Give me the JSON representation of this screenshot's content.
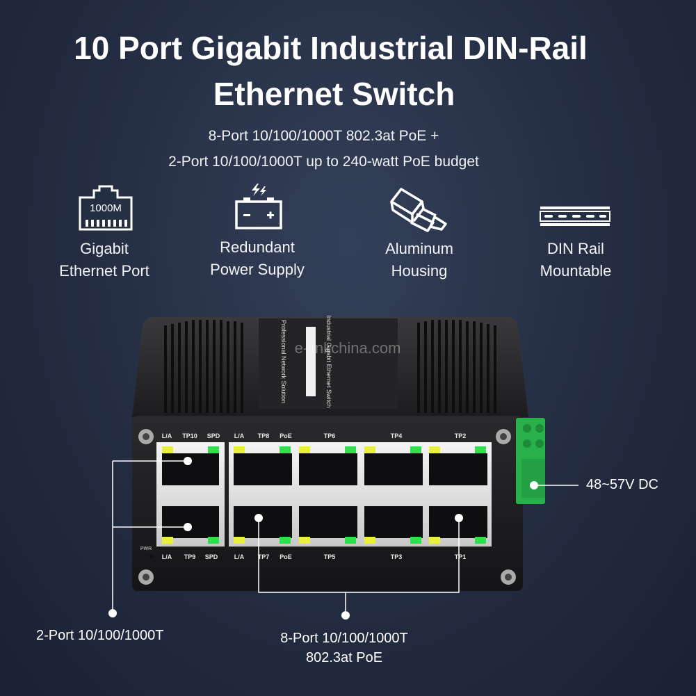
{
  "title_line1": "10 Port Gigabit Industrial DIN-Rail",
  "title_line2": "Ethernet Switch",
  "subtitle_line1": "8-Port 10/100/1000T 802.3at PoE +",
  "subtitle_line2": "2-Port 10/100/1000T up to 240-watt PoE budget",
  "features": [
    {
      "icon": "rj45-port-icon",
      "icon_text": "1000M",
      "line1": "Gigabit",
      "line2": "Ethernet Port"
    },
    {
      "icon": "battery-icon",
      "line1": "Redundant",
      "line2": "Power Supply"
    },
    {
      "icon": "metal-ingots-icon",
      "line1": "Aluminum",
      "line2": "Housing"
    },
    {
      "icon": "din-rail-icon",
      "line1": "DIN Rail",
      "line2": "Mountable"
    }
  ],
  "watermark": "e-linkchina.com",
  "device": {
    "top_labels": [
      "L/A",
      "TP10",
      "SPD",
      "L/A",
      "TP8",
      "PoE",
      "TP6",
      "TP4",
      "TP2"
    ],
    "bottom_labels": [
      "L/A",
      "TP9",
      "SPD",
      "L/A",
      "TP7",
      "PoE",
      "TP5",
      "TP3",
      "TP1"
    ],
    "pwr_label": "PWR",
    "panel_text_1": "Industrial Gigabit Ethernet Switch",
    "panel_text_2": "Professional Network Solution",
    "colors": {
      "led_yellow": "#e8f03a",
      "led_green": "#2ee04a",
      "terminal": "#28b04a"
    }
  },
  "callouts": {
    "power": "48~57V DC",
    "two_port": "2-Port 10/100/1000T",
    "eight_port_line1": "8-Port 10/100/1000T",
    "eight_port_line2": "802.3at PoE"
  }
}
